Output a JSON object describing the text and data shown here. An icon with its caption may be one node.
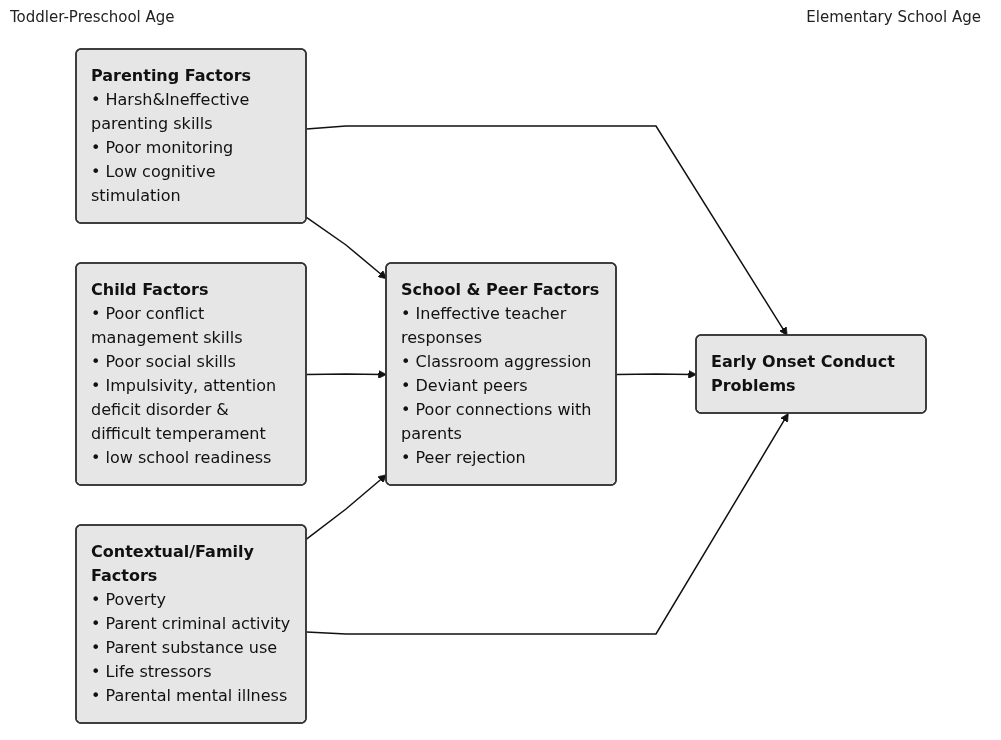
{
  "diagram": {
    "nodes": [
      {
        "text": [
          "Parenting Factors",
          "• Harsh&Ineffective parenting skills",
          "• Poor monitoring",
          "• Low cognitive stimulation"
        ]
      },
      {
        "text": [
          "Child Factors",
          "• Poor conflict management skills",
          "• Poor social skills",
          "• Impulsivity, attention deficit disorder & difficult temperament",
          "• low school readiness"
        ]
      },
      {
        "text": [
          "Contextual/Family Factors",
          "• Poverty",
          "• Parent criminal activity",
          "• Parent substance use",
          "• Life stressors",
          "• Parental mental illness"
        ]
      },
      {
        "text": [
          "School & Peer Factors",
          "• Ineffective teacher responses",
          "• Classroom aggression",
          "• Deviant peers",
          "• Poor connections with parents",
          "• Peer rejection"
        ]
      },
      {
        "text": [
          "Early Onset Conduct Problems"
        ]
      }
    ],
    "edges": [
      {
        "from": 0,
        "to": 4,
        "arrow": "to"
      },
      {
        "from": 0,
        "to": 3,
        "arrow": "to"
      },
      {
        "from": 1,
        "to": 3,
        "arrow": "to"
      },
      {
        "from": 2,
        "to": 3,
        "arrow": "to"
      },
      {
        "from": 3,
        "to": 4,
        "arrow": "to"
      },
      {
        "from": 2,
        "to": 4,
        "arrow": "to"
      }
    ],
    "labels": [
      "Toddler-Preschool Age",
      "Elementary School Age"
    ]
  }
}
